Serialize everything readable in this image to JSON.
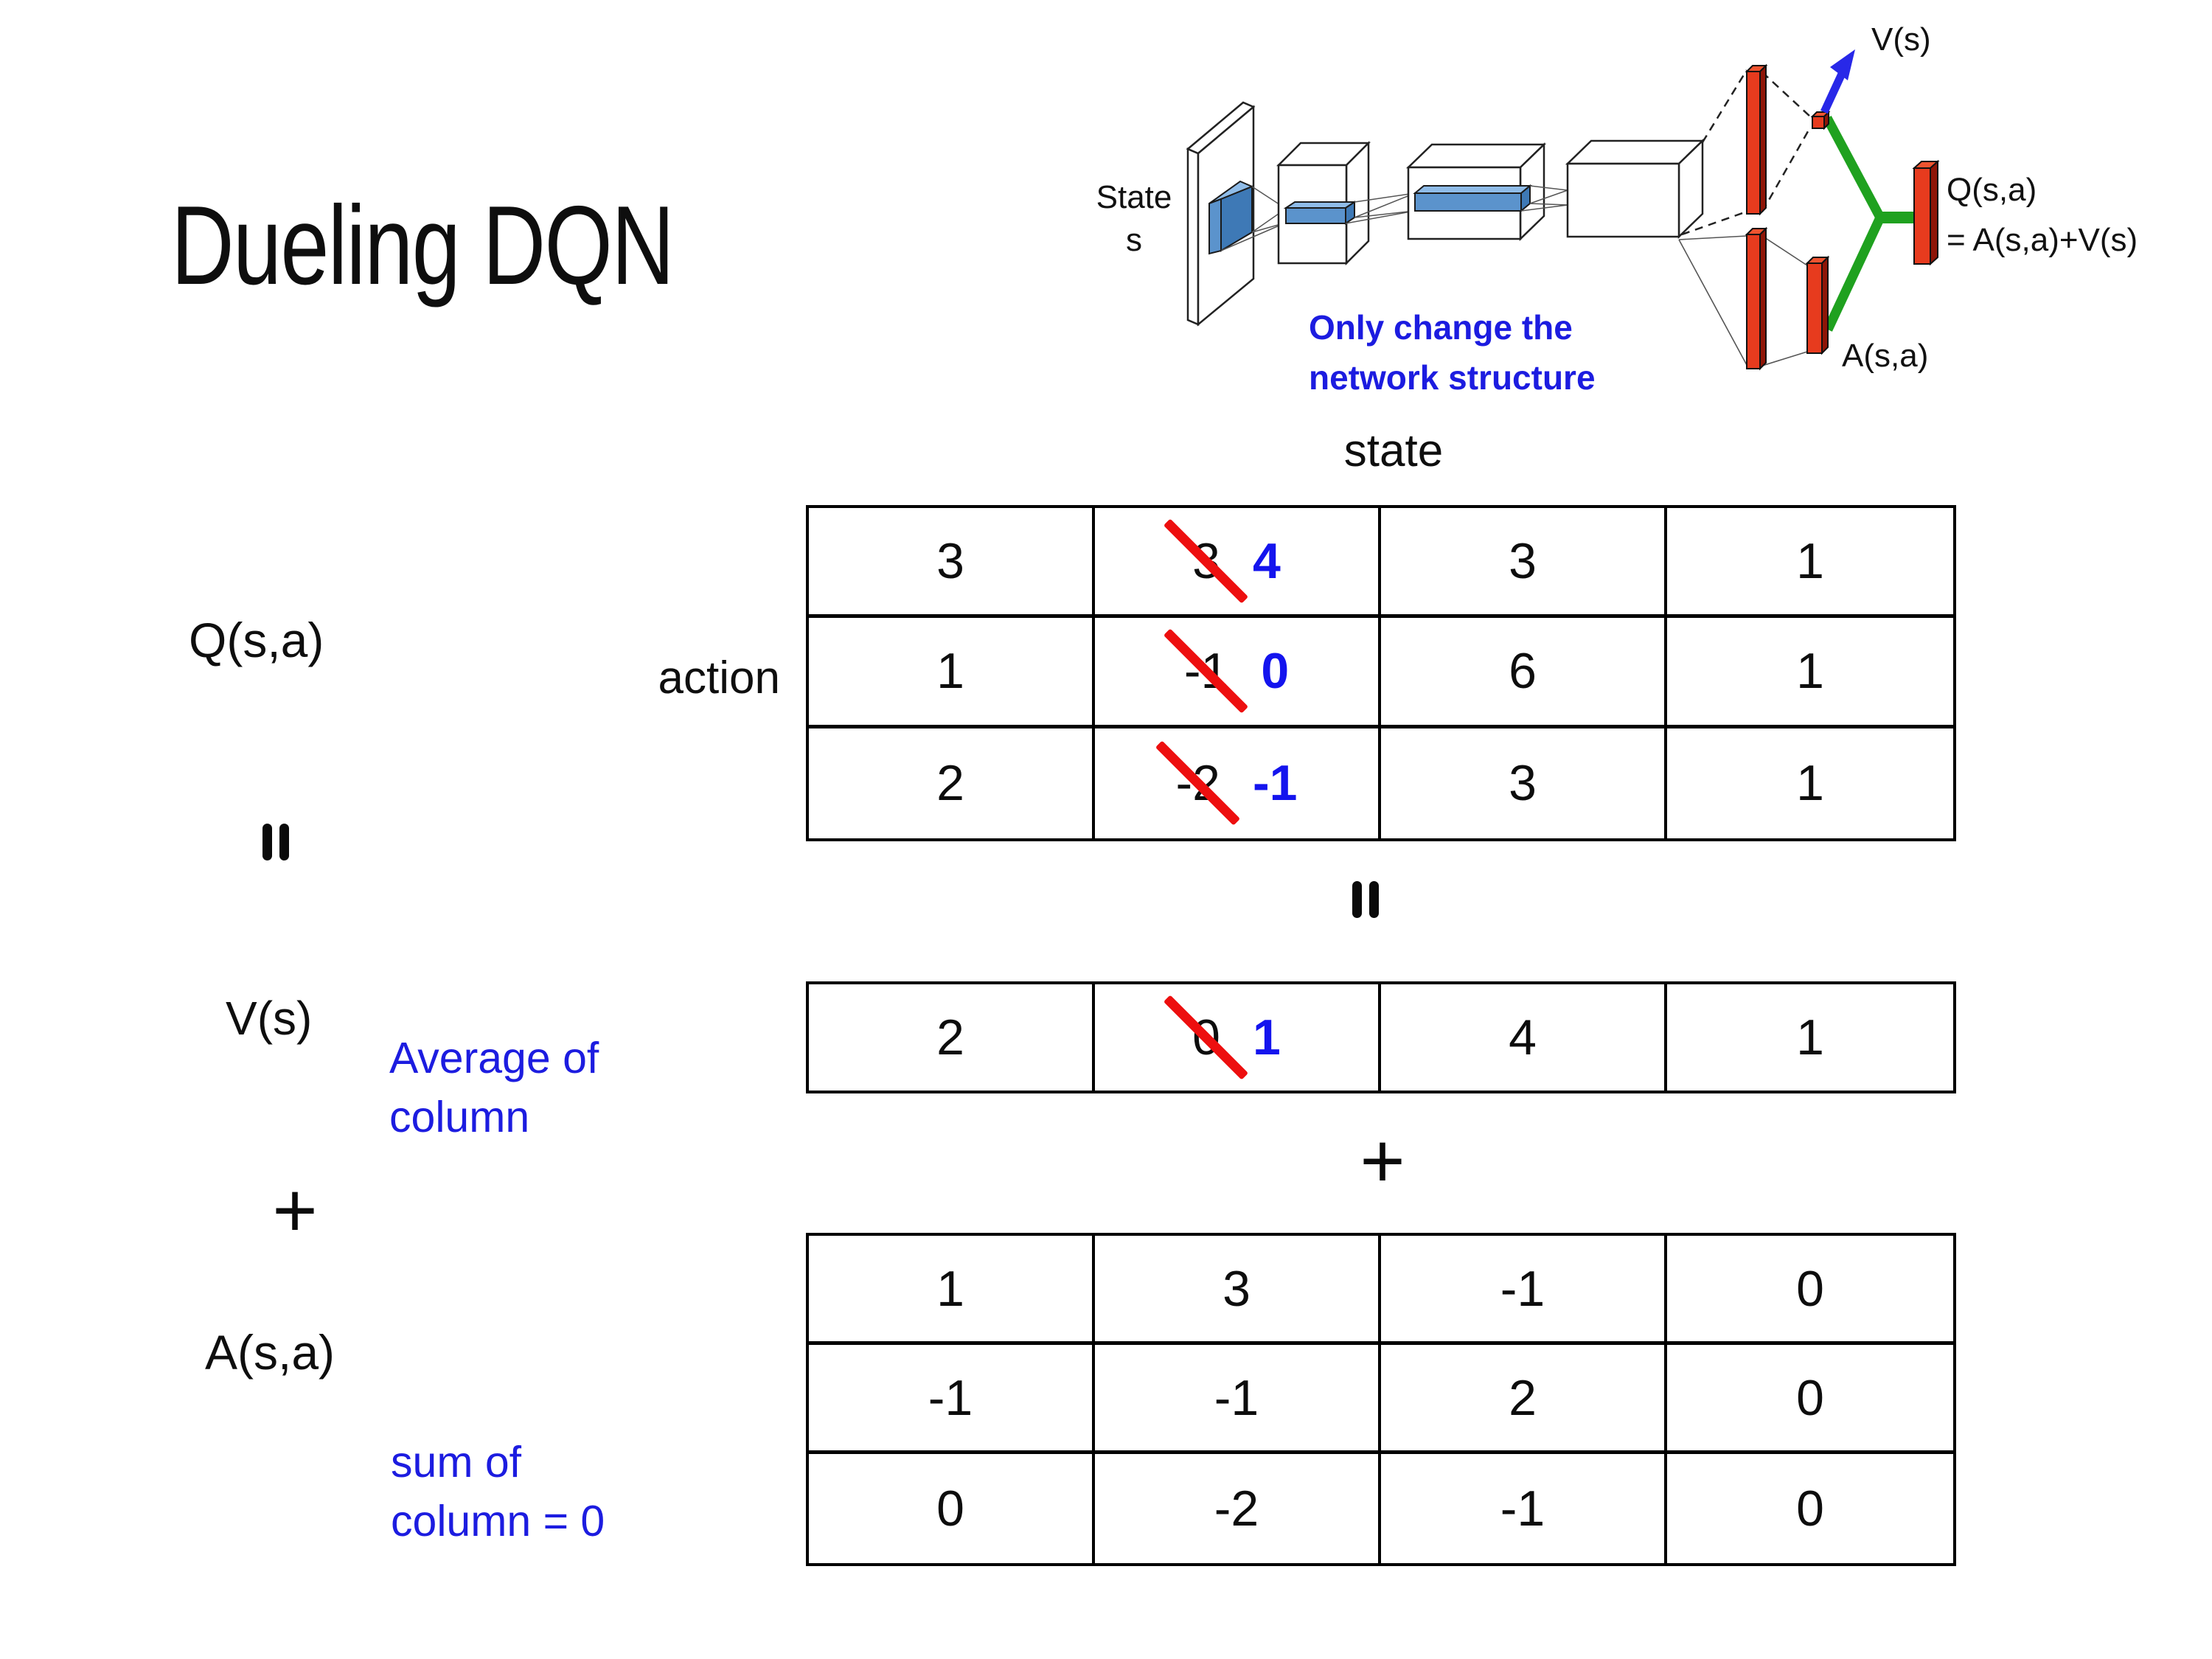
{
  "title": "Dueling DQN",
  "diagram": {
    "input_label_line1": "State",
    "input_label_line2": "s",
    "v_out_label": "V(s)",
    "q_out_label_line1": "Q(s,a)",
    "q_out_label_line2": "= A(s,a)+V(s)",
    "a_out_label": "A(s,a)",
    "note_line1": "Only change the",
    "note_line2": "network structure"
  },
  "matrix_section": {
    "state_header": "state",
    "action_header": "action",
    "q_label": "Q(s,a)",
    "v_label": "V(s)",
    "a_label": "A(s,a)",
    "v_annotation_line1": "Average of",
    "v_annotation_line2": "column",
    "a_annotation_line1": "sum of",
    "a_annotation_line2": "column = 0"
  },
  "operators": {
    "equals": "=",
    "plus": "+"
  },
  "q_table": {
    "r0c0": "3",
    "r0c1_old": "3",
    "r0c1_new": "4",
    "r0c2": "3",
    "r0c3": "1",
    "r1c0": "1",
    "r1c1_old": "-1",
    "r1c1_new": "0",
    "r1c2": "6",
    "r1c3": "1",
    "r2c0": "2",
    "r2c1_old": "-2",
    "r2c1_new": "-1",
    "r2c2": "3",
    "r2c3": "1"
  },
  "v_table": {
    "c0": "2",
    "c1_old": "0",
    "c1_new": "1",
    "c2": "4",
    "c3": "1"
  },
  "a_table": {
    "r0c0": "1",
    "r0c1": "3",
    "r0c2": "-1",
    "r0c3": "0",
    "r1c0": "-1",
    "r1c1": "-1",
    "r1c2": "2",
    "r1c3": "0",
    "r2c0": "0",
    "r2c1": "-2",
    "r2c2": "-1",
    "r2c3": "0"
  },
  "colors": {
    "replacement_blue": "#1414ee",
    "annotation_blue": "#1c1ce0",
    "strike_red": "#ed0f0f",
    "bar_red": "#e73b1e",
    "bar_red_dark": "#8e1507",
    "connector_green": "#1fa11f",
    "arrow_blue": "#2828e8",
    "conv_slab_blue": "#5b93cc"
  }
}
